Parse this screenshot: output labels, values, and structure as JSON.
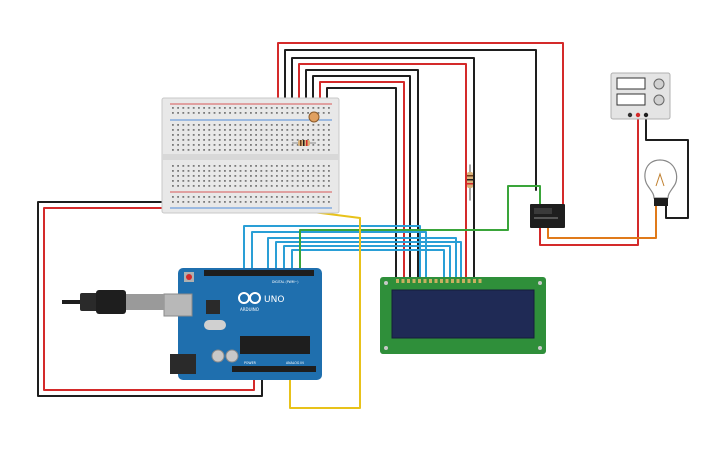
{
  "arduino": {
    "board_name": "UNO",
    "brand": "ARDUINO",
    "digital_header": "DIGITAL (PWM~)",
    "power_header": "POWER",
    "analog_header": "ANALOG IN"
  },
  "colors": {
    "wire_red": "#d42a2a",
    "wire_black": "#1e1e1e",
    "wire_blue": "#2a9fd6",
    "wire_green": "#3aa53a",
    "wire_yellow": "#e8c21a",
    "wire_orange": "#e07a1a",
    "arduino_blue": "#1f6fae",
    "lcd_green": "#2f8f3a",
    "lcd_screen": "#1f2a55",
    "breadboard": "#e8e8e8"
  },
  "icons": {
    "arduino_logo": "infinity-logo-icon",
    "usb": "usb-plug-icon",
    "bulb": "light-bulb-icon",
    "potentiometer": "potentiometer-icon"
  }
}
